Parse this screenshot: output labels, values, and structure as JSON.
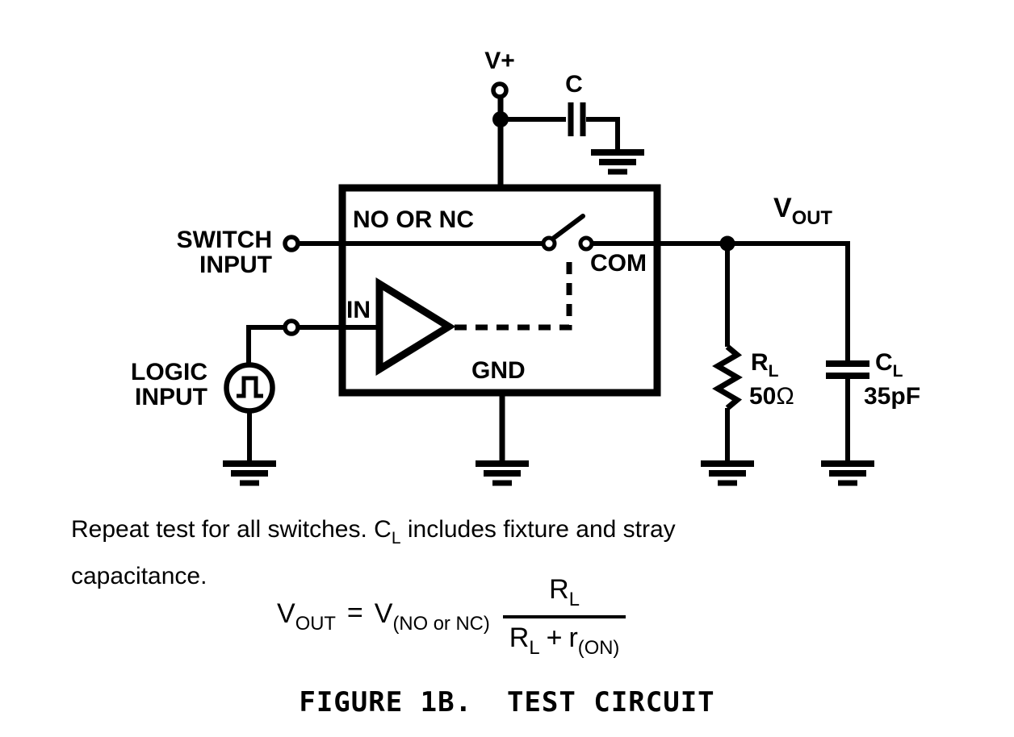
{
  "circuit": {
    "supply_label": "V+",
    "bypass_cap_label": "C",
    "switch_terminal_label": "NO OR NC",
    "switch_input_line1": "SWITCH",
    "switch_input_line2": "INPUT",
    "com_label": "COM",
    "in_label": "IN",
    "gnd_label": "GND",
    "logic_input_line1": "LOGIC",
    "logic_input_line2": "INPUT",
    "vout_label": {
      "base": "V",
      "sub": "OUT"
    },
    "load_resistor": {
      "base": "R",
      "sub": "L",
      "value": "50",
      "unit": "Ω"
    },
    "load_capacitor": {
      "base": "C",
      "sub": "L",
      "value": "35pF"
    }
  },
  "note": {
    "line1_pre": "Repeat test for all switches. C",
    "line1_sub": "L",
    "line1_post": " includes fixture and stray",
    "line2": "capacitance."
  },
  "formula": {
    "lhs_base": "V",
    "lhs_sub": "OUT",
    "equals": "=",
    "rhs_base": "V",
    "rhs_sub": "(NO or NC)",
    "num_base": "R",
    "num_sub": "L",
    "den_r_base": "R",
    "den_r_sub": "L",
    "den_plus": "+",
    "den_ron_base": "r",
    "den_ron_sub": "(ON)"
  },
  "caption": "FIGURE 1B.  TEST CIRCUIT"
}
